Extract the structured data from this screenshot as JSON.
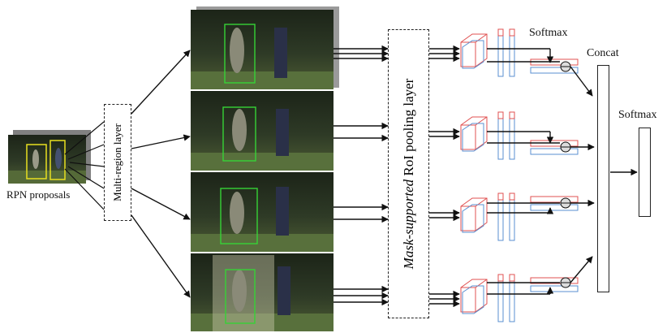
{
  "labels": {
    "rpn_proposals": "RPN proposals",
    "multi_region_layer": "Multi-region layer",
    "roi_italic": "Mask-supported",
    "roi_rest": " RoI pooling layer",
    "softmax_top": "Softmax",
    "concat": "Concat",
    "softmax_final": "Softmax"
  },
  "colors": {
    "line": "#111111",
    "cube_red": "#e05050",
    "cube_blue": "#5a8fd0",
    "proposal_box": "#e8e020",
    "region_box": "#36d336",
    "photo_dark": "#2e3a26",
    "photo_grass": "#4e5e34",
    "fade_mask": "#c8c8a8"
  }
}
